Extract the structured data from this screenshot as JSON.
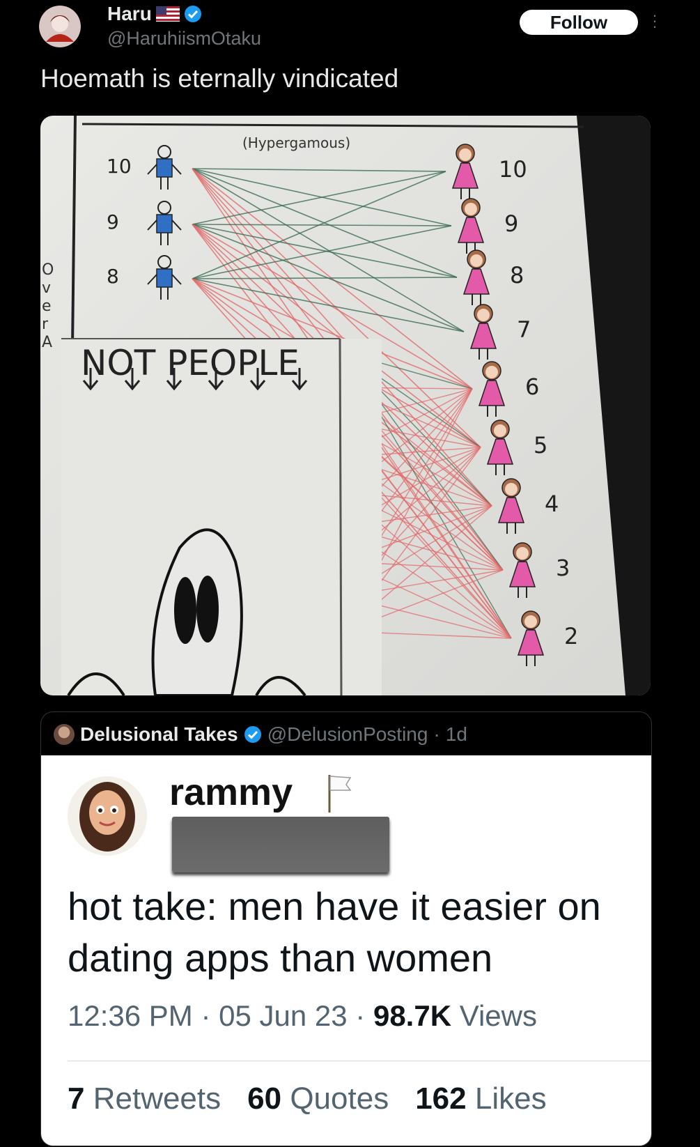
{
  "author": {
    "display_name": "Haru",
    "handle": "@HaruhiismOtaku",
    "follow_label": "Follow"
  },
  "tweet": {
    "text": "Hoemath is eternally vindicated"
  },
  "media": {
    "heading": "(Hypergamous)",
    "not_people": "NOT PEOPLE",
    "men_numbers": [
      "10",
      "9",
      "8"
    ],
    "women_numbers": [
      "10",
      "9",
      "8",
      "7",
      "6",
      "5",
      "4",
      "3",
      "2"
    ],
    "side_letters": [
      "O",
      "v",
      "e",
      "r",
      "A"
    ],
    "colors": {
      "men": "#2f6fc4",
      "women": "#e25aa8",
      "line_red": "#e26a6a",
      "line_green": "#3b6d52"
    }
  },
  "quote": {
    "display_name": "Delusional Takes",
    "handle": "@DelusionPosting",
    "separator": "·",
    "time": "1d",
    "screenshot": {
      "name": "rammy",
      "text": "hot take: men have it easier on dating apps than women",
      "time": "12:36 PM",
      "date": "05 Jun 23",
      "dot1": "·",
      "dot2": "·",
      "views_count": "98.7K",
      "views_label": "Views",
      "retweets_count": "7",
      "retweets_label": "Retweets",
      "quotes_count": "60",
      "quotes_label": "Quotes",
      "likes_count": "162",
      "likes_label": "Likes"
    }
  }
}
